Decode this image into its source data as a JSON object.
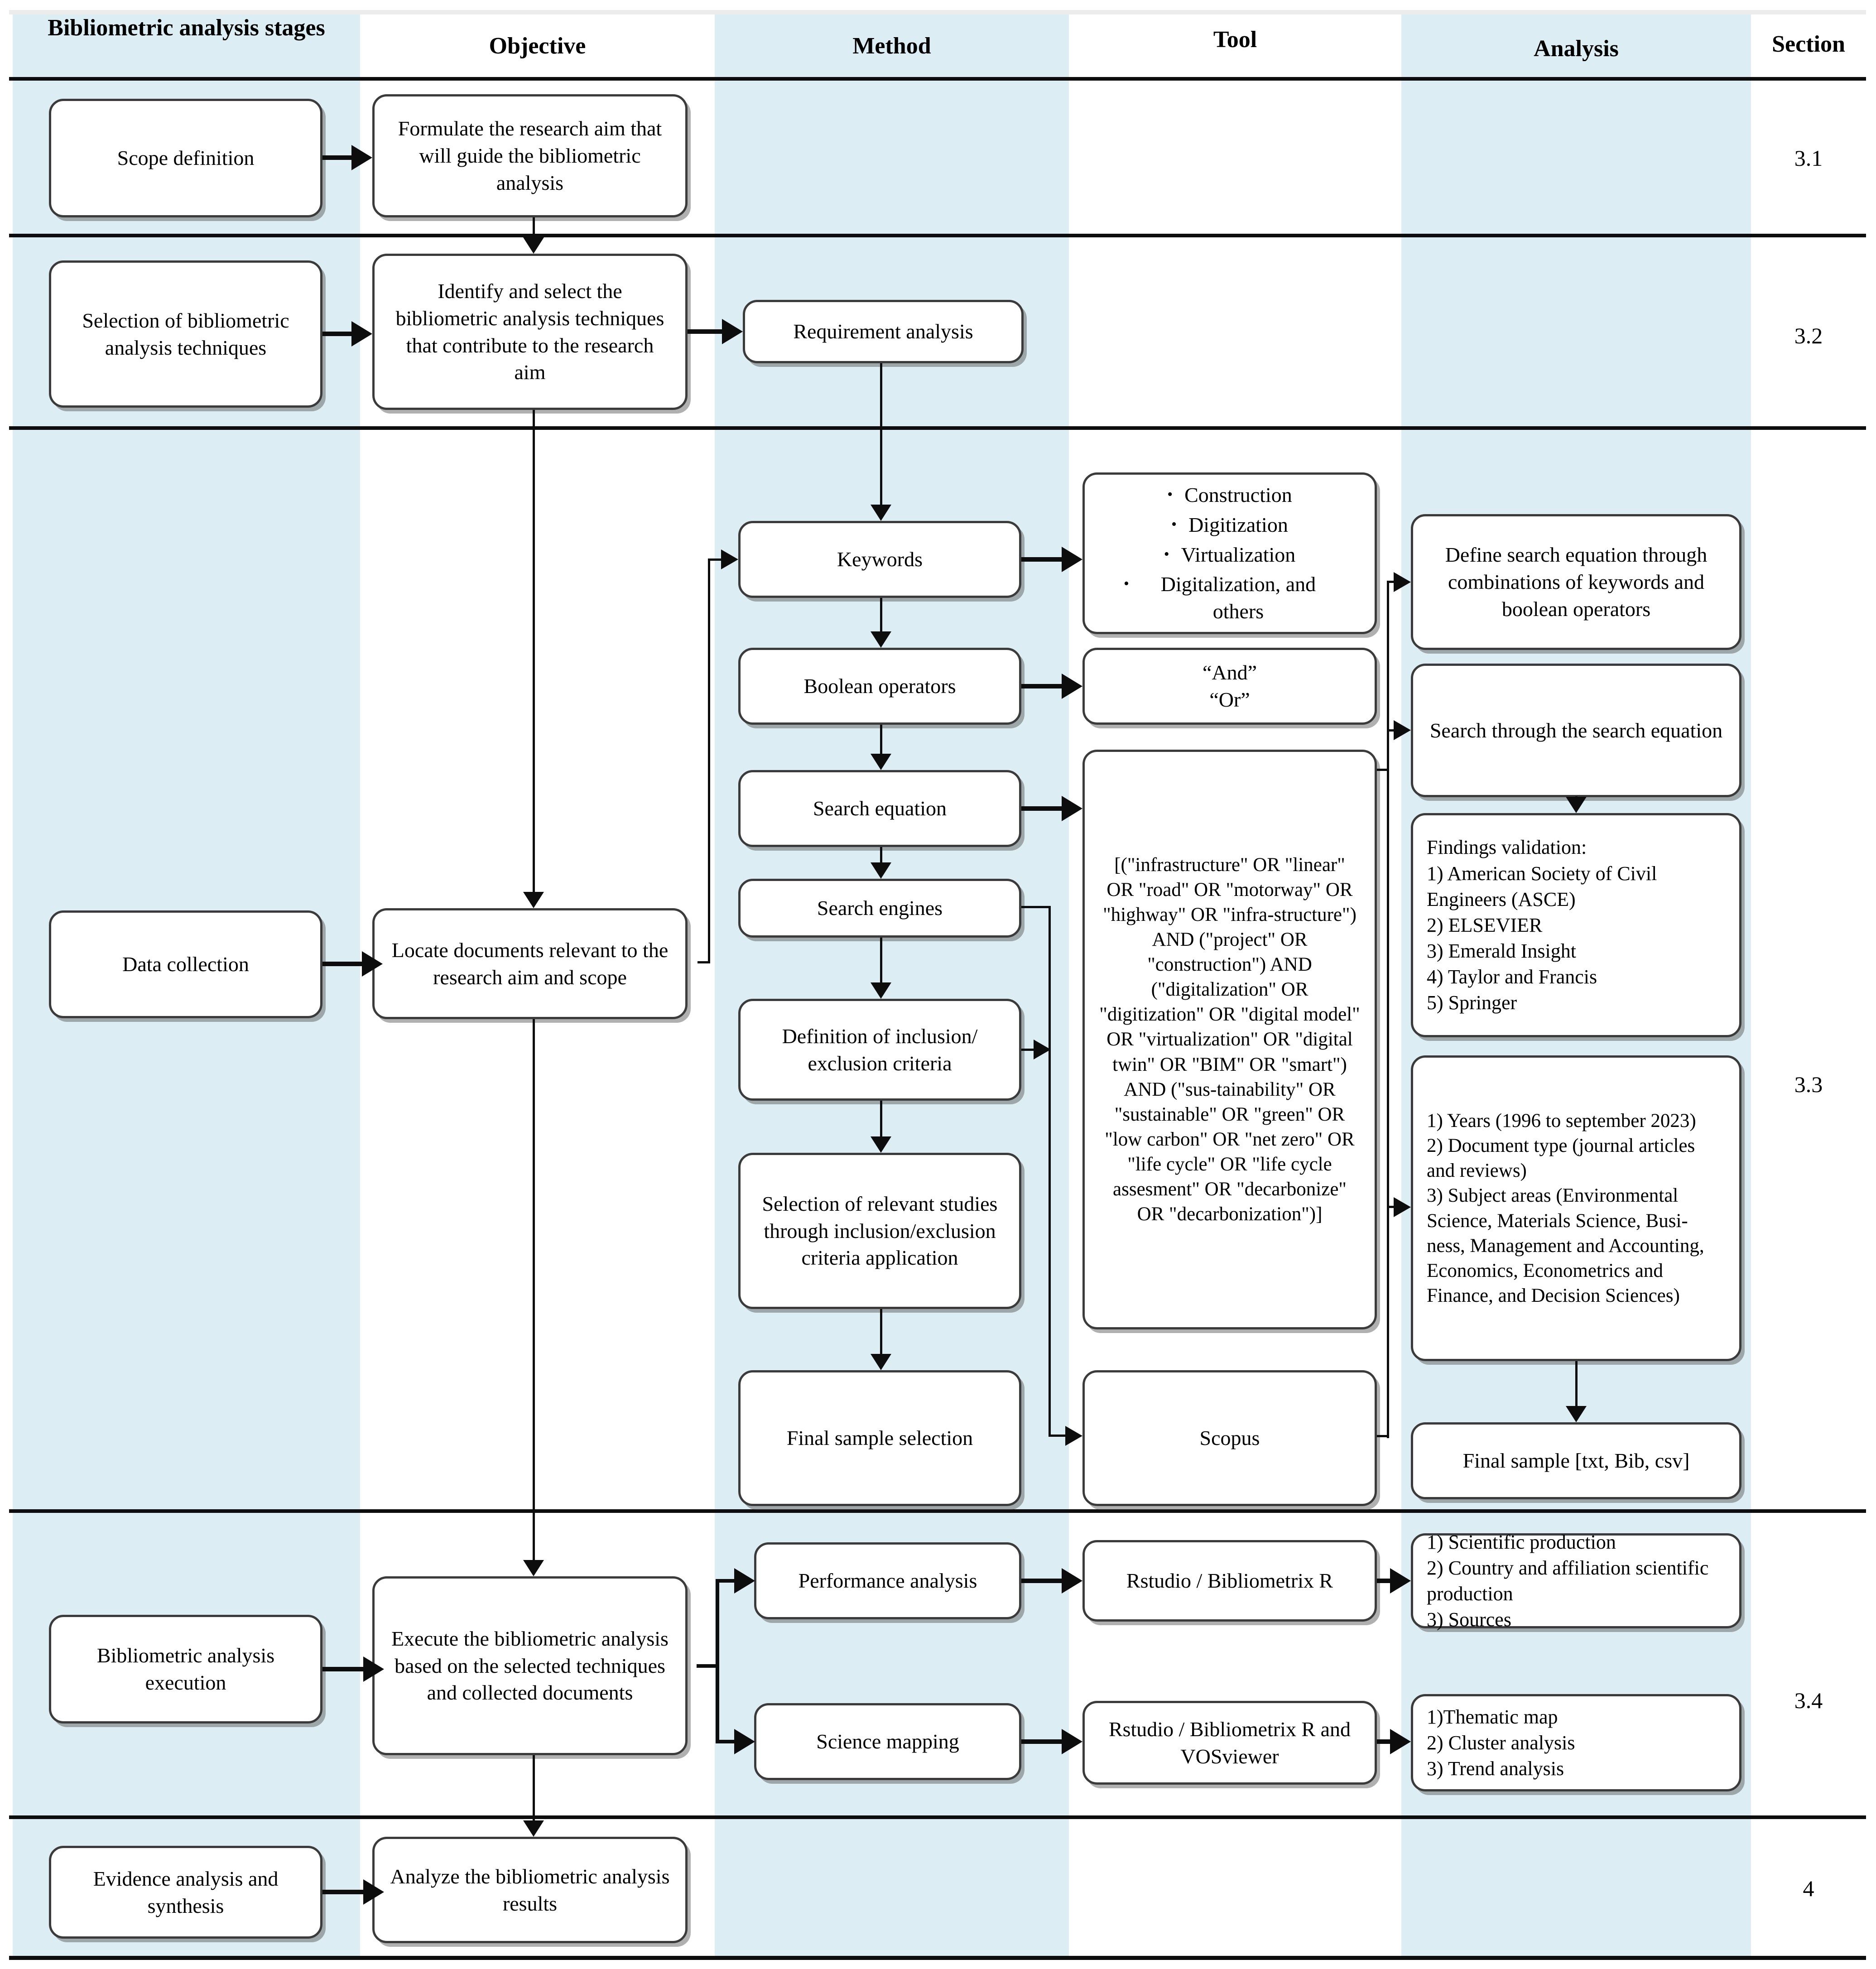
{
  "columns": {
    "stages": "Bibliometric analysis stages",
    "objective": "Objective",
    "method": "Method",
    "tool": "Tool",
    "analysis": "Analysis",
    "section": "Section"
  },
  "colors": {
    "band": "#dcedf3",
    "line": "#0d0d0d",
    "box_border": "#3b3b3b",
    "background": "#ffffff"
  },
  "rows": {
    "scope": {
      "stage": "Scope definition",
      "objective": "Formulate the research aim that will guide the bibliometric analysis",
      "section": "3.1"
    },
    "technique_selection": {
      "stage": "Selection of bibliometric analysis techniques",
      "objective": "Identify and select the bibliometric analysis techniques that contribute to the research aim",
      "method": "Requirement analysis",
      "section": "3.2"
    },
    "data_collection": {
      "stage": "Data collection",
      "objective": "Locate documents relevant to the research aim and scope",
      "section": "3.3",
      "method_keywords": "Keywords",
      "method_boolean": "Boolean operators",
      "method_search_equation": "Search equation",
      "method_search_engines": "Search engines",
      "method_criteria": "Definition of inclusion/\nexclusion criteria",
      "method_selection_studies": "Selection of relevant studies through inclusion/exclusion criteria application",
      "method_final_sample": "Final sample selection",
      "tool_keywords": [
        "Construction",
        "Digitization",
        "Virtualization",
        "Digitalization, and others"
      ],
      "tool_boolean": "“And”\n“Or”",
      "tool_search_equation": "[(\"infrastructure\" OR \"linear\" OR \"road\" OR \"motorway\" OR \"highway\" OR \"infra-structure\") AND (\"project\" OR \"construction\") AND (\"digitalization\" OR \"digitization\" OR \"digital model\" OR \"virtualization\" OR \"digital twin\" OR \"BIM\" OR \"smart\") AND (\"sus-tainability\" OR \"sustainable\" OR \"green\" OR \"low carbon\" OR \"net zero\" OR \"life cycle\" OR \"life cycle assesment\" OR \"decarbonize\" OR \"decarbonization\")]",
      "tool_search_engine": "Scopus",
      "analysis_define": "Define search equation through combinations of keywords and boolean operators",
      "analysis_search": "Search through the search equation",
      "analysis_validation": "Findings validation:\n1) American Society of Civil Engineers (ASCE)\n2) ELSEVIER\n3) Emerald Insight\n4) Taylor and Francis\n5) Springer",
      "analysis_filters": "1) Years (1996 to september 2023)\n2) Document type (journal articles and reviews)\n3) Subject areas (Environmental Science, Materials Science, Busi-ness, Management and Accounting, Economics, Econometrics and Finance, and Decision Sciences)",
      "analysis_final_sample": "Final sample [txt, Bib, csv]"
    },
    "execution": {
      "stage": "Bibliometric analysis execution",
      "objective": "Execute the bibliometric analysis based on the selected techniques and collected documents",
      "section": "3.4",
      "method_performance": "Performance analysis",
      "method_mapping": "Science mapping",
      "tool_performance": "Rstudio / Bibliometrix R",
      "tool_mapping": "Rstudio / Bibliometrix R and VOSviewer",
      "analysis_performance": "1) Scientific production\n2) Country and affiliation scientific production\n3) Sources",
      "analysis_mapping": "1)Thematic map\n2) Cluster analysis\n3) Trend analysis"
    },
    "evidence": {
      "stage": "Evidence analysis and synthesis",
      "objective": "Analyze the bibliometric analysis results",
      "section": "4"
    }
  }
}
